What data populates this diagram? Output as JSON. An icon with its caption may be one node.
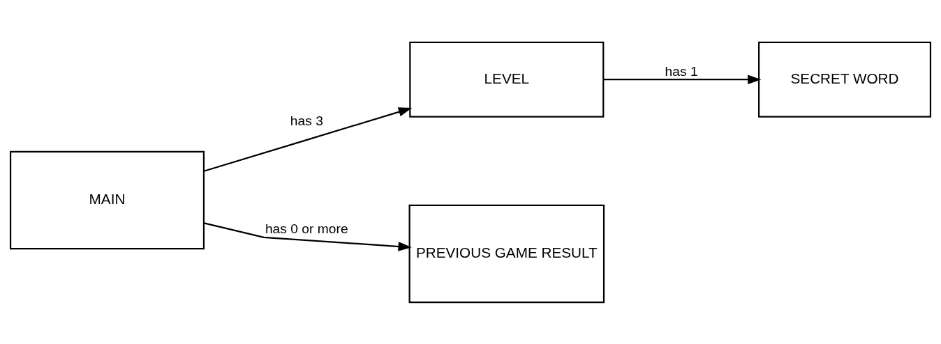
{
  "diagram": {
    "nodes": [
      {
        "text": [
          "MAIN"
        ]
      },
      {
        "text": [
          "LEVEL"
        ]
      },
      {
        "text": [
          "SECRET WORD"
        ]
      },
      {
        "text": [
          "PREVIOUS GAME RESULT"
        ]
      }
    ],
    "edges": [
      {
        "from": 0,
        "to": 1,
        "arrow": "to",
        "label": "has 3"
      },
      {
        "from": 1,
        "to": 2,
        "arrow": "to",
        "label": "has 1"
      },
      {
        "from": 0,
        "to": 3,
        "arrow": "to",
        "label": "has 0 or more"
      }
    ]
  }
}
